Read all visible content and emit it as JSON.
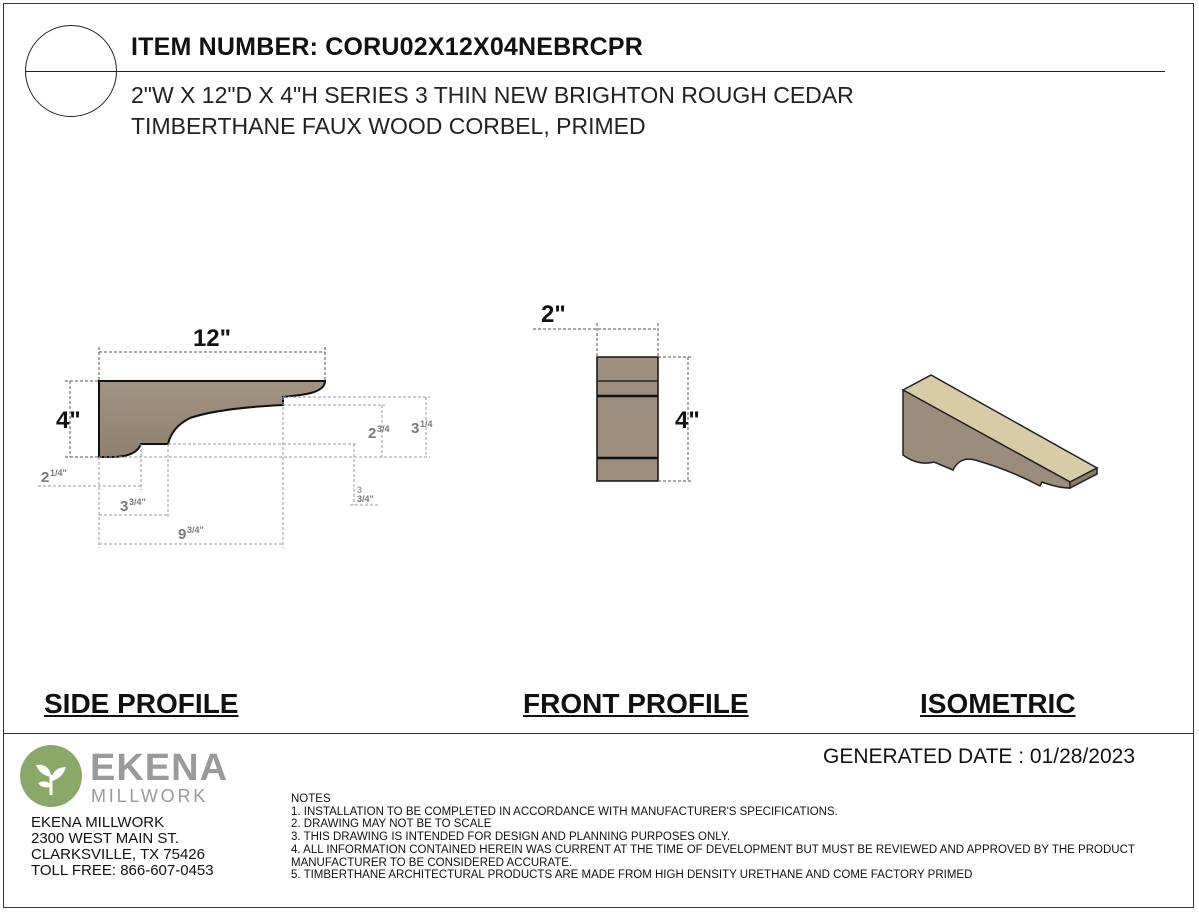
{
  "header": {
    "item_number": "ITEM NUMBER: CORU02X12X04NEBRCPR",
    "description_line1": "2\"W X 12\"D X 4\"H SERIES 3 THIN NEW BRIGHTON ROUGH CEDAR",
    "description_line2": "TIMBERTHANE FAUX WOOD CORBEL, PRIMED"
  },
  "side_profile": {
    "label": "SIDE PROFILE",
    "width": "12\"",
    "height": "4\"",
    "dim_2_3_4": "2",
    "dim_3_1_4": "3",
    "dim_2_1_4": "2",
    "dim_3_3_4": "3",
    "dim_3_4": "3",
    "dim_9_3_4": "9"
  },
  "side_fractions": {
    "f_2_3_4": "3/4",
    "f_3_1_4": "1/4",
    "f_2_1_4": "1/4\"",
    "f_3_3_4": "3/4\"",
    "f_3_4": "3/4\"",
    "f_9_3_4": "3/4\""
  },
  "front_profile": {
    "label": "FRONT PROFILE",
    "width": "2\"",
    "height": "4\""
  },
  "isometric": {
    "label": "ISOMETRIC"
  },
  "footer": {
    "generated_date": "GENERATED DATE : 01/28/2023",
    "logo_name": "EKENA",
    "logo_sub": "MILLWORK",
    "company": "EKENA MILLWORK",
    "street": "2300 WEST MAIN ST.",
    "city": "CLARKSVILLE, TX 75426",
    "phone": "TOLL FREE: 866-607-0453"
  },
  "notes": {
    "title": "NOTES",
    "items": [
      "1. INSTALLATION TO BE COMPLETED IN ACCORDANCE WITH MANUFACTURER'S SPECIFICATIONS.",
      "2. DRAWING MAY NOT BE TO SCALE",
      "3. THIS DRAWING IS INTENDED FOR DESIGN AND PLANNING PURPOSES ONLY.",
      "4. ALL INFORMATION CONTAINED HEREIN WAS CURRENT AT THE TIME OF DEVELOPMENT BUT MUST BE REVIEWED AND APPROVED BY THE PRODUCT MANUFACTURER TO BE CONSIDERED ACCURATE.",
      "5. TIMBERTHANE ARCHITECTURAL PRODUCTS ARE MADE FROM HIGH DENSITY URETHANE AND COME FACTORY PRIMED"
    ]
  },
  "colors": {
    "wood": "#9b8c7c",
    "wood_top": "#d9cba6",
    "logo_green": "#8aa868",
    "logo_grey": "#9a9a9a"
  }
}
